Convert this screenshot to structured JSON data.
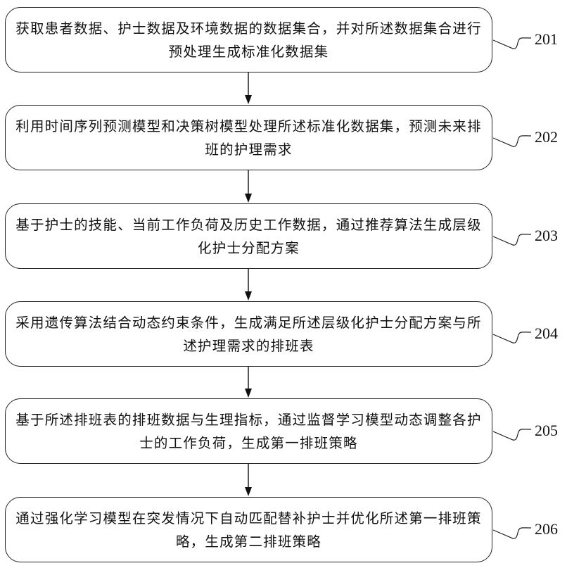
{
  "diagram": {
    "type": "flowchart",
    "direction": "top-to-bottom",
    "steps": [
      {
        "id": "201",
        "label": "201",
        "text": "获取患者数据、护士数据及环境数据的数据集合，并对所述数据集合进行预处理生成标准化数据集"
      },
      {
        "id": "202",
        "label": "202",
        "text": "利用时间序列预测模型和决策树模型处理所述标准化数据集，预测未来排班的护理需求"
      },
      {
        "id": "203",
        "label": "203",
        "text": "基于护士的技能、当前工作负荷及历史工作数据，通过推荐算法生成层级化护士分配方案"
      },
      {
        "id": "204",
        "label": "204",
        "text": "采用遗传算法结合动态约束条件，生成满足所述层级化护士分配方案与所述护理需求的排班表"
      },
      {
        "id": "205",
        "label": "205",
        "text": "基于所述排班表的排班数据与生理指标，通过监督学习模型动态调整各护士的工作负荷，生成第一排班策略"
      },
      {
        "id": "206",
        "label": "206",
        "text": "通过强化学习模型在突发情况下自动匹配替补护士并优化所述第一排班策略，生成第二排班策略"
      }
    ],
    "edges": [
      {
        "from": "201",
        "to": "202"
      },
      {
        "from": "202",
        "to": "203"
      },
      {
        "from": "203",
        "to": "204"
      },
      {
        "from": "204",
        "to": "205"
      },
      {
        "from": "205",
        "to": "206"
      }
    ]
  }
}
